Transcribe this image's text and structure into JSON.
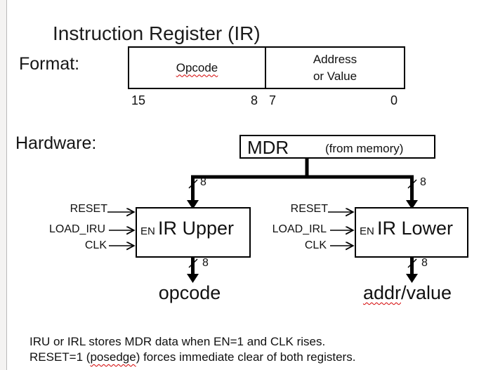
{
  "title": "Instruction Register (IR)",
  "format": {
    "label": "Format:",
    "fields": {
      "opcode": "Opcode",
      "address_line1": "Address",
      "address_line2": "or Value"
    },
    "bits": {
      "b15": "15",
      "b8": "8",
      "b7": "7",
      "b0": "0"
    }
  },
  "hardware": {
    "label": "Hardware:",
    "mdr": {
      "name": "MDR",
      "note": "(from memory)"
    },
    "bus_width": "8",
    "ir_upper": {
      "name": "IR Upper",
      "en": "EN",
      "inputs": {
        "reset": "RESET",
        "load": "LOAD_IRU",
        "clk": "CLK"
      },
      "output": "opcode"
    },
    "ir_lower": {
      "name": "IR Lower",
      "en": "EN",
      "inputs": {
        "reset": "RESET",
        "load": "LOAD_IRL",
        "clk": "CLK"
      },
      "output_misspelled": "addr",
      "output_rest": "/value"
    }
  },
  "notes": {
    "line1": "IRU or IRL stores MDR data when EN=1 and CLK rises.",
    "line2_before": "RESET=1 (",
    "line2_word": "posedge",
    "line2_after": ") forces immediate clear of both registers."
  },
  "colors": {
    "squiggle": "#d40000",
    "line": "#000000",
    "pane_edge": "#b9b9b9"
  }
}
